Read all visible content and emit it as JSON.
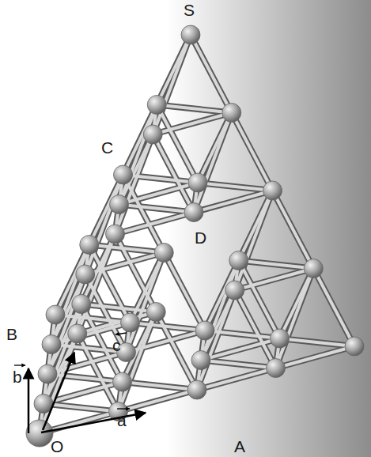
{
  "diagram": {
    "labels": [
      "S",
      "C",
      "D",
      "B",
      "b",
      "c",
      "O",
      "a",
      "A"
    ]
  }
}
